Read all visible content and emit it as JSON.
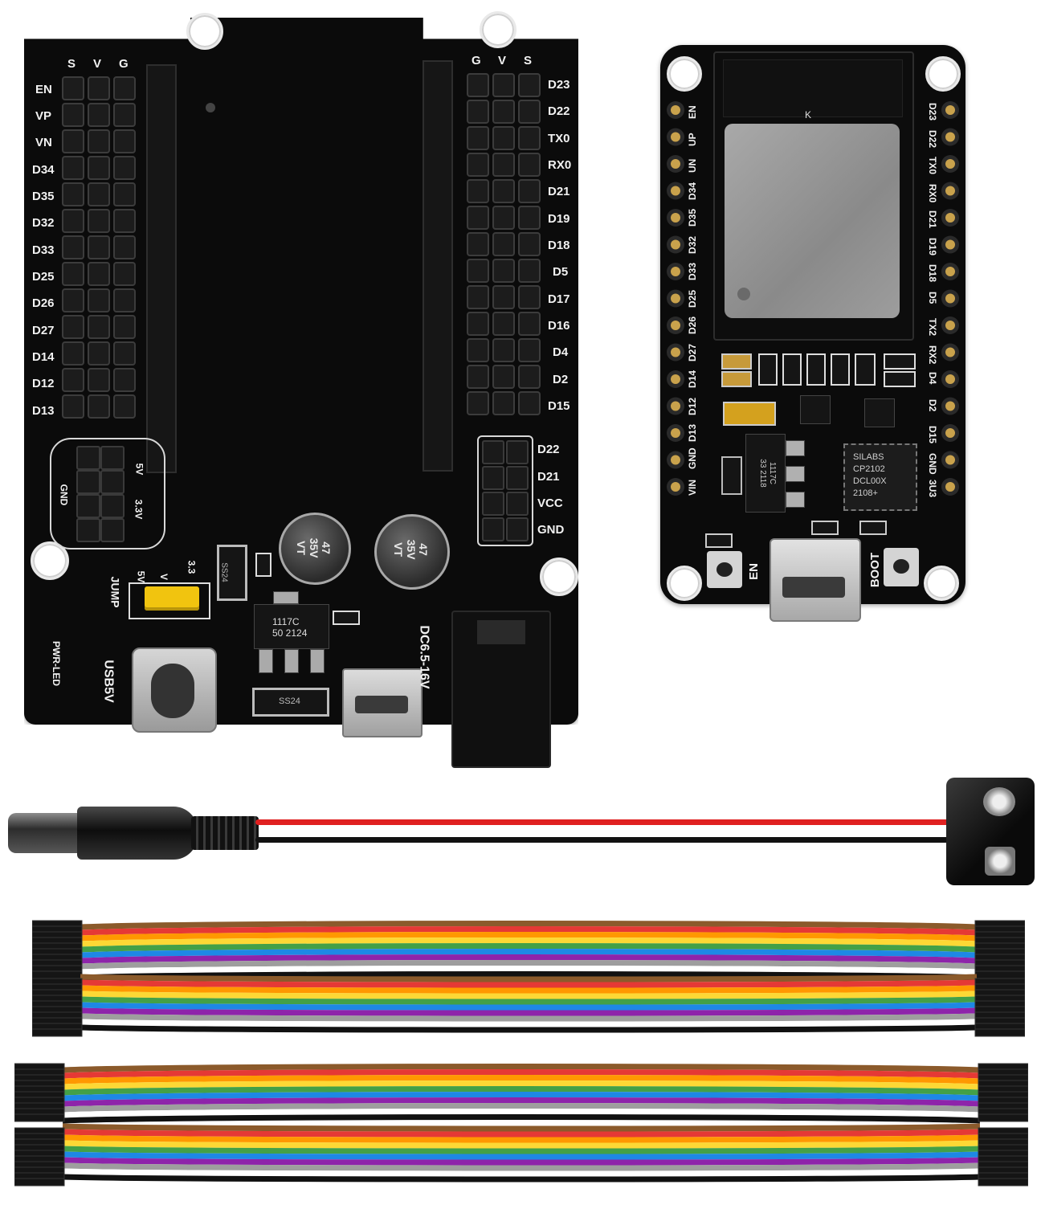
{
  "expansion_board": {
    "header_left_cols": [
      "S",
      "V",
      "G"
    ],
    "header_right_cols": [
      "G",
      "V",
      "S"
    ],
    "left_pins": [
      "EN",
      "VP",
      "VN",
      "D34",
      "D35",
      "D32",
      "D33",
      "D25",
      "D26",
      "D27",
      "D14",
      "D12",
      "D13"
    ],
    "right_pins": [
      "D23",
      "D22",
      "TX0",
      "RX0",
      "D21",
      "D19",
      "D18",
      "D5",
      "D17",
      "D16",
      "D4",
      "D2",
      "D15"
    ],
    "aux_pins": [
      "D22",
      "D21",
      "VCC",
      "GND"
    ],
    "power_labels": {
      "gnd": "GND",
      "five_v": "5V",
      "three_v": "3.3V"
    },
    "jumper_labels": {
      "jump": "JUMP",
      "five_v": "5V",
      "v": "V",
      "three_three": "3.3"
    },
    "usb_label": "USB5V",
    "dc_label": "DC6.5-16V",
    "pwr_led_label": "PWR-LED",
    "cap_labels": [
      {
        "value": "47",
        "voltage": "35V",
        "series": "VT"
      },
      {
        "value": "47",
        "voltage": "35V",
        "series": "VT"
      }
    ],
    "regulator_label": [
      "1117C",
      "50  2124"
    ],
    "diode_labels": [
      "SS24",
      "SS24"
    ]
  },
  "esp32_board": {
    "left_pins": [
      "EN",
      "UP",
      "UN",
      "D34",
      "D35",
      "D32",
      "D33",
      "D25",
      "D26",
      "D27",
      "D14",
      "D12",
      "D13",
      "GND",
      "VIN"
    ],
    "right_pins": [
      "D23",
      "D22",
      "TX0",
      "RX0",
      "D21",
      "D19",
      "D18",
      "D5",
      "TX2",
      "RX2",
      "D4",
      "D2",
      "D15",
      "GND",
      "3U3"
    ],
    "module_mark": "K",
    "usb_chip": [
      "SILABS",
      "CP2102",
      "DCL00X",
      "2108+"
    ],
    "regulator": [
      "1117C",
      "33  2118"
    ],
    "button_en": "EN",
    "button_boot": "BOOT"
  },
  "colors": {
    "pcb": "#0b0b0b",
    "silk": "#f2f2f2",
    "jumper": "#f1c40f",
    "wire_red": "#e02020",
    "wire_black": "#111111"
  },
  "ribbon_colors": [
    "#8b5a2b",
    "#e53935",
    "#ff9800",
    "#fdd835",
    "#43a047",
    "#1e88e5",
    "#8e24aa",
    "#9e9e9e",
    "#ffffff",
    "#111111"
  ]
}
